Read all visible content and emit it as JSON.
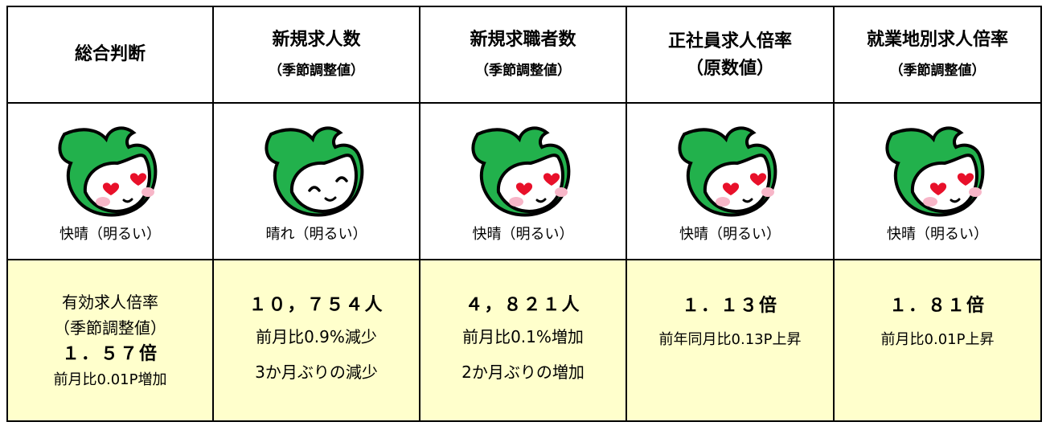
{
  "columns": [
    {
      "title": "総合判断",
      "subtitle": "",
      "weather": "快晴（明るい）",
      "face": "hearts",
      "value_label": "有効求人倍率",
      "value_label_sub": "（季節調整値）",
      "value": "１．５７倍",
      "note1": "前月比0.01P増加",
      "note2": ""
    },
    {
      "title": "新規求人数",
      "subtitle": "（季節調整値）",
      "weather": "晴れ（明るい）",
      "face": "smile",
      "value_label": "",
      "value_label_sub": "",
      "value": "１０，７５４人",
      "note1": "前月比0.9%減少",
      "note2": "3か月ぶりの減少"
    },
    {
      "title": "新規求職者数",
      "subtitle": "（季節調整値）",
      "weather": "快晴（明るい）",
      "face": "hearts",
      "value_label": "",
      "value_label_sub": "",
      "value": "４，８２１人",
      "note1": "前月比0.1%増加",
      "note2": "2か月ぶりの増加"
    },
    {
      "title": "正社員求人倍率",
      "subtitle": "（原数値）",
      "weather": "快晴（明るい）",
      "face": "hearts",
      "value_label": "",
      "value_label_sub": "",
      "value": "１．１３倍",
      "note1": "前年同月比0.13P上昇",
      "note2": ""
    },
    {
      "title": "就業地別求人倍率",
      "subtitle": "（季節調整値）",
      "weather": "快晴（明るい）",
      "face": "hearts",
      "value_label": "",
      "value_label_sub": "",
      "value": "１．８１倍",
      "note1": "前月比0.01P上昇",
      "note2": ""
    }
  ],
  "colors": {
    "mascot_green": "#22b14c",
    "value_bg": "#ffffcc",
    "heart": "#e8102a",
    "cheek": "#f7b6c8"
  }
}
